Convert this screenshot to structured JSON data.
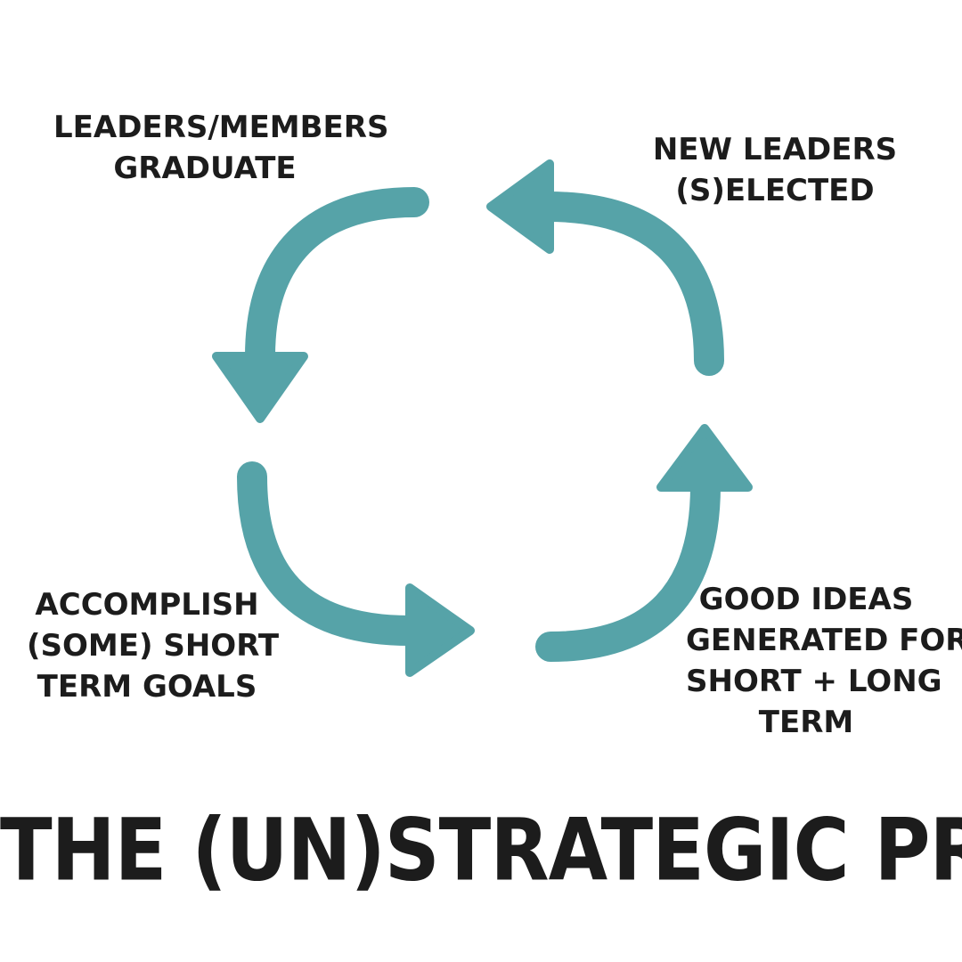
{
  "title": "THE (UN)STRATEGIC PROCESS",
  "colors": {
    "arrow": "#56a3a8",
    "text": "#1c1c1c",
    "background": "#ffffff"
  },
  "steps": [
    {
      "id": "graduate",
      "lines": [
        "LEADERS/MEMBERS",
        "GRADUATE"
      ]
    },
    {
      "id": "selected",
      "lines": [
        "NEW LEADERS",
        "(S)ELECTED"
      ]
    },
    {
      "id": "ideas",
      "lines": [
        "GOOD IDEAS",
        "GENERATED FOR",
        "SHORT + LONG",
        "TERM"
      ]
    },
    {
      "id": "accomplish",
      "lines": [
        "ACCOMPLISH",
        "(SOME) SHORT",
        "TERM GOALS"
      ]
    }
  ]
}
